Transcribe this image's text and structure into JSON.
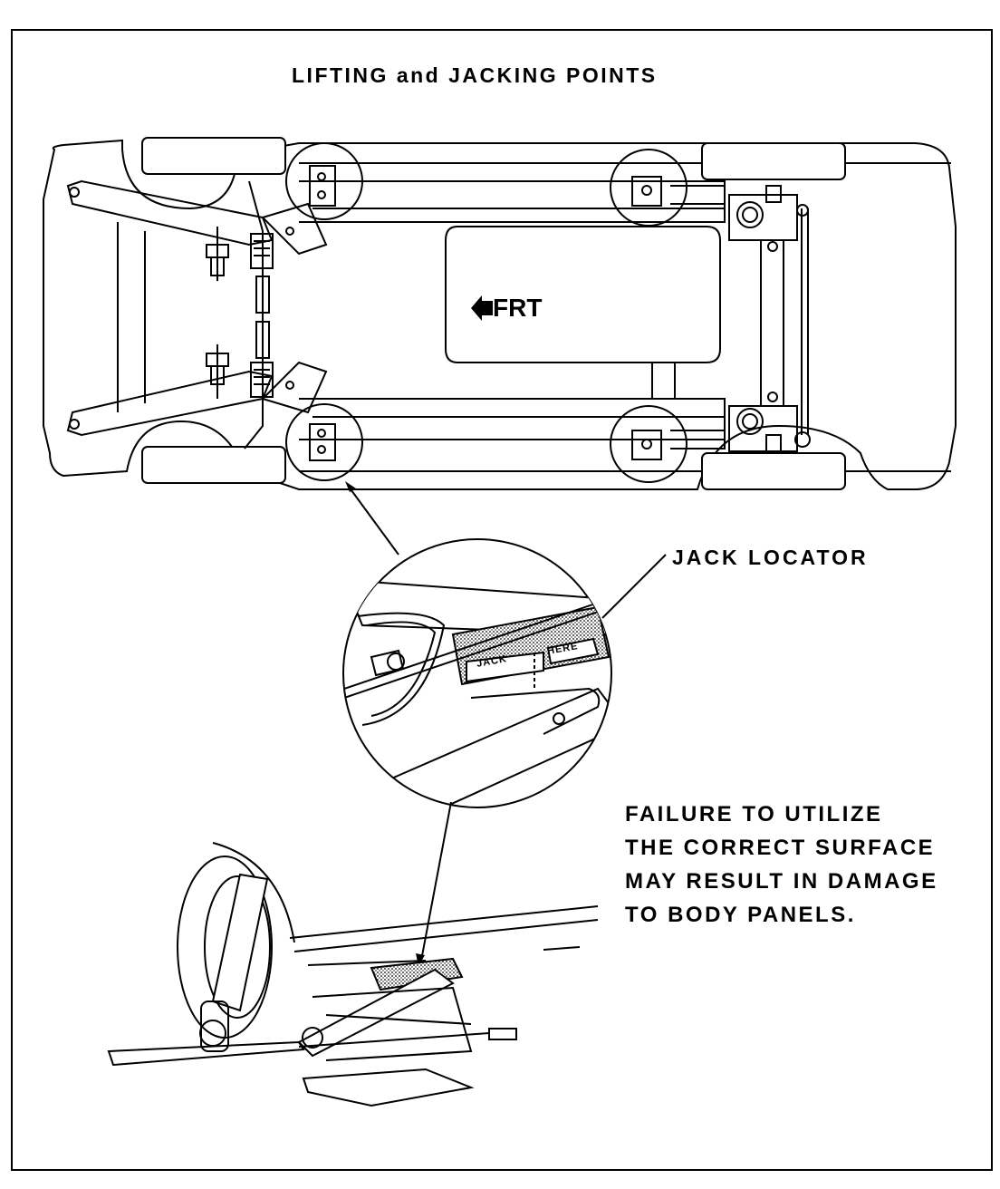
{
  "title": "LIFTING and JACKING POINTS",
  "direction_label": "FRT",
  "callout_label": "JACK LOCATOR",
  "locator_marking": [
    "JACK",
    "HERE"
  ],
  "warning_lines": [
    "FAILURE TO UTILIZE",
    "THE CORRECT SURFACE",
    "MAY RESULT IN DAMAGE",
    "TO BODY PANELS."
  ],
  "colors": {
    "ink": "#000000",
    "paper": "#ffffff",
    "stipple": "#9a9a9a"
  },
  "icons": [
    "arrow-left-icon"
  ]
}
